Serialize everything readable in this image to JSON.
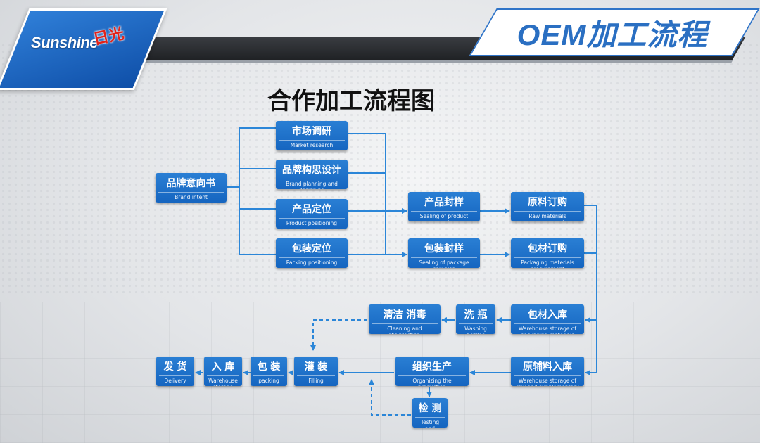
{
  "brand": {
    "logo_text": "Sunshine",
    "logo_cn": "日光"
  },
  "header": {
    "title": "OEM加工流程"
  },
  "subtitle": "合作加工流程图",
  "colors": {
    "box": "#1a6fcc",
    "line": "#2b86d8",
    "header_bar": "#2b2e33"
  },
  "nodes": {
    "brand_intent": {
      "cn": "品牌意向书",
      "en": "Brand intent"
    },
    "market_research": {
      "cn": "市场调研",
      "en": "Market research"
    },
    "brand_planning": {
      "cn": "品牌构思设计",
      "en": "Brand planning and designing"
    },
    "product_positioning": {
      "cn": "产品定位",
      "en": "Product positioning"
    },
    "packing_positioning": {
      "cn": "包装定位",
      "en": "Packing positioning"
    },
    "product_samples": {
      "cn": "产品封样",
      "en": "Sealing of product samples"
    },
    "package_samples": {
      "cn": "包装封样",
      "en": "Sealing of package samples"
    },
    "raw_procurement": {
      "cn": "原料订购",
      "en": "Raw materials procurement"
    },
    "packaging_procurement": {
      "cn": "包材订购",
      "en": "Packaging materials procurement"
    },
    "packaging_storage": {
      "cn": "包材入库",
      "en": "Warehouse storage of packaging materials"
    },
    "washing_bottles": {
      "cn": "洗 瓶",
      "en": "Washing bottles"
    },
    "cleaning": {
      "cn": "清洁 消毒",
      "en": "Cleaning and Disinfection"
    },
    "raw_storage": {
      "cn": "原辅料入库",
      "en": "Warehouse storage of raw and supplementary materials"
    },
    "production": {
      "cn": "组织生产",
      "en": "Organizing the production"
    },
    "testing": {
      "cn": "检 测",
      "en": "Testing and Inspection"
    },
    "filling": {
      "cn": "灌 装",
      "en": "Filling"
    },
    "packing": {
      "cn": "包 装",
      "en": "packing"
    },
    "warehouse": {
      "cn": "入 库",
      "en": "Warehouse storage"
    },
    "delivery": {
      "cn": "发 货",
      "en": "Delivery"
    }
  }
}
